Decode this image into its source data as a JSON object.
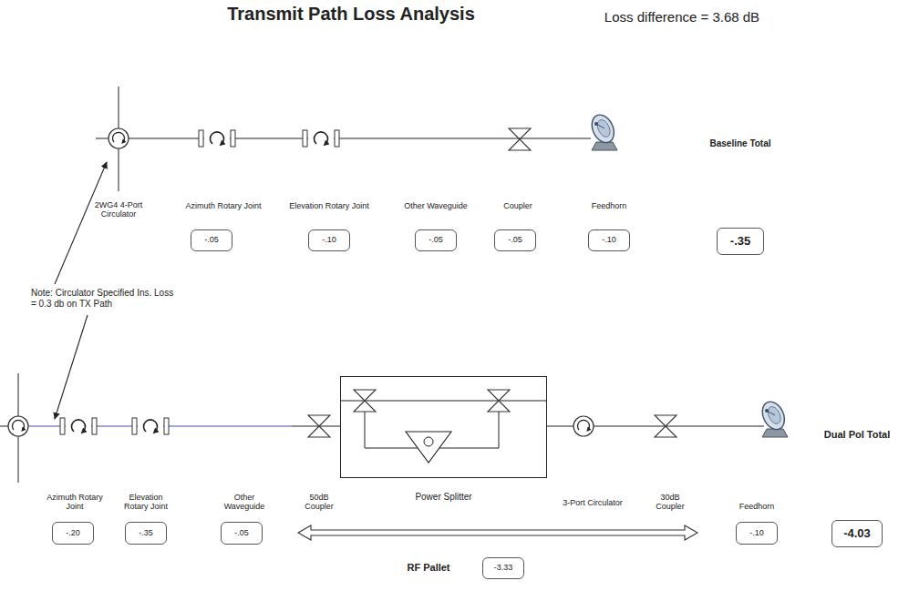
{
  "diagram": {
    "title": "Transmit Path Loss Analysis",
    "nodes": [
      {
        "text": [
          "-.05"
        ]
      },
      {
        "text": [
          "-.10"
        ]
      },
      {
        "text": [
          "-.05"
        ]
      },
      {
        "text": [
          "-.05"
        ]
      },
      {
        "text": [
          "-.10"
        ]
      },
      {
        "text": [
          "-.35"
        ]
      },
      {
        "text": [
          "-.20"
        ]
      },
      {
        "text": [
          "-.35"
        ]
      },
      {
        "text": [
          "-.05"
        ]
      },
      {
        "text": [
          "Power Splitter"
        ]
      },
      {
        "text": [
          "-.10"
        ]
      },
      {
        "text": [
          "-4.03"
        ]
      },
      {
        "text": [
          "-3.33"
        ]
      }
    ],
    "labels": [
      "Loss difference = 3.68 dB",
      "2WG4 4-Port Circulator",
      "Azimuth Rotary Joint",
      "Elevation Rotary Joint",
      "Other Waveguide",
      "Coupler",
      "Feedhorn",
      "Baseline Total",
      "Note: Circulator Specified Ins. Loss = 0.3 db on TX Path",
      "Azimuth Rotary Joint",
      "Elevation Rotary Joint",
      "Other Waveguide",
      "50dB Coupler",
      "3-Port Circulator",
      "30dB Coupler",
      "Feedhorn",
      "Dual Pol Total",
      "RF Pallet"
    ]
  }
}
